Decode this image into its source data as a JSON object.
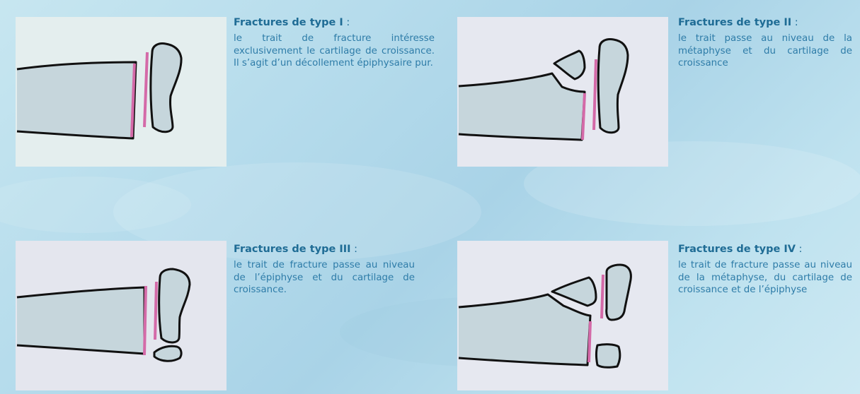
{
  "colors": {
    "bone_fill": "#c6d6dc",
    "outline": "#111111",
    "growth_cartilage": "#d46aa8",
    "title_color": "#1f6c95",
    "text_color": "#2e7ca8"
  },
  "panels": [
    {
      "title": "Fractures de type I",
      "colon": " :",
      "description": "le trait de fracture intéresse exclusivement le cartilage de croissance. Il s’agit d’un décollement épiphysaire pur."
    },
    {
      "title": "Fractures de type II",
      "colon": " :",
      "description": " le trait passe au niveau de la métaphyse et du cartilage de croissance"
    },
    {
      "title": "Fractures de type III",
      "colon": " :",
      "description": " le trait de fracture passe au niveau de l’épiphyse et du cartilage de croissance."
    },
    {
      "title": "Fractures de type IV",
      "colon": " :",
      "description": " le trait de fracture passe au niveau de la métaphyse, du cartilage de croissance et de l’épiphyse"
    }
  ]
}
